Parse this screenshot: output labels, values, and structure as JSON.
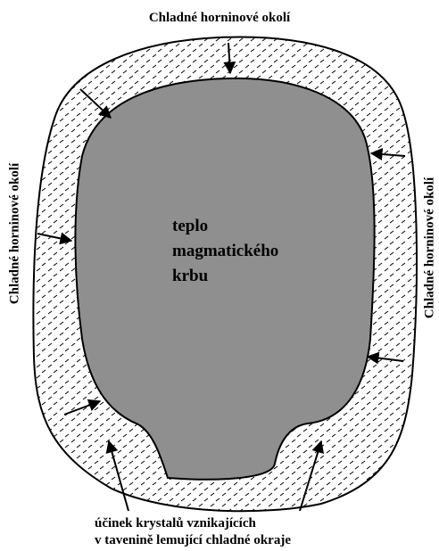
{
  "labels": {
    "top": "Chladné horninové okolí",
    "left": "Chladné horninové okolí",
    "right": "Chladné horninové okolí",
    "center": [
      "teplo",
      "magmatického",
      "krbu"
    ],
    "bottom": [
      "účinek krystalů vznikajících",
      "v tavenině lemující chladné  okraje"
    ]
  },
  "colors": {
    "magma": "#8f8f8f",
    "crystal_rim": "#ffffff",
    "outline": "#000000"
  }
}
